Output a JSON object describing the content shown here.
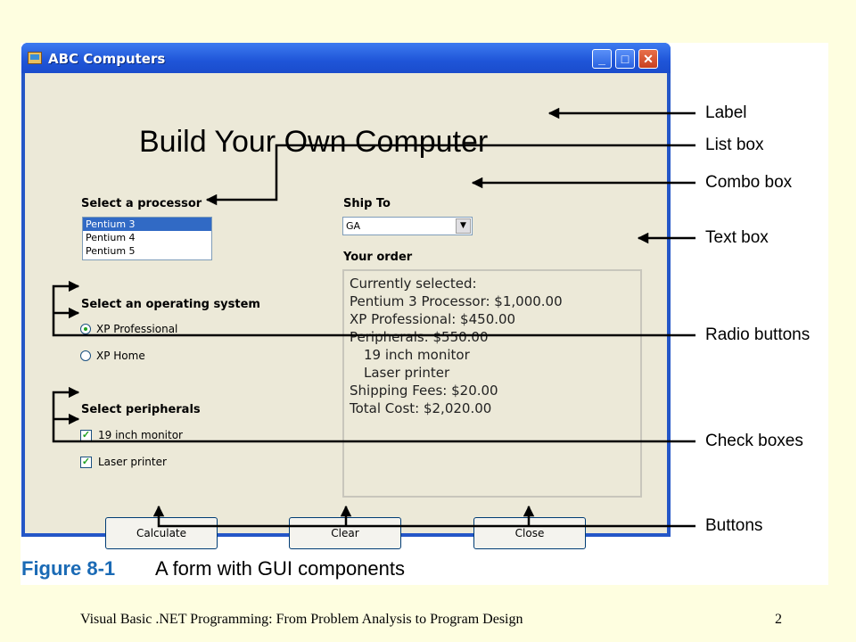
{
  "window": {
    "title": "ABC Computers",
    "minimize_glyph": "_",
    "maximize_glyph": "□",
    "close_glyph": "✕"
  },
  "form": {
    "heading": "Build Your Own Computer",
    "processor_label": "Select a processor",
    "processors": [
      "Pentium 3",
      "Pentium 4",
      "Pentium 5"
    ],
    "selected_processor": "Pentium 3",
    "ship_to_label": "Ship To",
    "ship_to_value": "GA",
    "order_label": "Your order",
    "order_lines": [
      "Currently selected:",
      "Pentium 3 Processor:  $1,000.00",
      "XP Professional:  $450.00",
      "Peripherals: $550.00",
      "19 inch monitor",
      "Laser printer",
      "Shipping Fees: $20.00",
      "Total Cost: $2,020.00"
    ],
    "os_label": "Select an operating system",
    "os_options": [
      {
        "label": "XP Professional",
        "checked": true
      },
      {
        "label": "XP Home",
        "checked": false
      }
    ],
    "peripherals_label": "Select peripherals",
    "peripherals": [
      {
        "label": "19 inch monitor",
        "checked": true
      },
      {
        "label": "Laser printer",
        "checked": true
      }
    ],
    "buttons": {
      "calculate": "Calculate",
      "clear": "Clear",
      "close": "Close"
    }
  },
  "callouts": {
    "label": "Label",
    "list_box": "List box",
    "combo_box": "Combo box",
    "text_box": "Text box",
    "radio_buttons": "Radio buttons",
    "check_boxes": "Check boxes",
    "buttons": "Buttons"
  },
  "caption": {
    "number": "Figure 8-1",
    "text": "A form with GUI components"
  },
  "footer": {
    "title": "Visual Basic .NET Programming: From Problem Analysis to Program Design",
    "page": "2"
  },
  "colors": {
    "slide_background": "#fefee0",
    "titlebar_blue": "#2456c7",
    "form_background": "#ece9d8",
    "selection_blue": "#316ac5",
    "caption_blue": "#1a6ab5"
  }
}
